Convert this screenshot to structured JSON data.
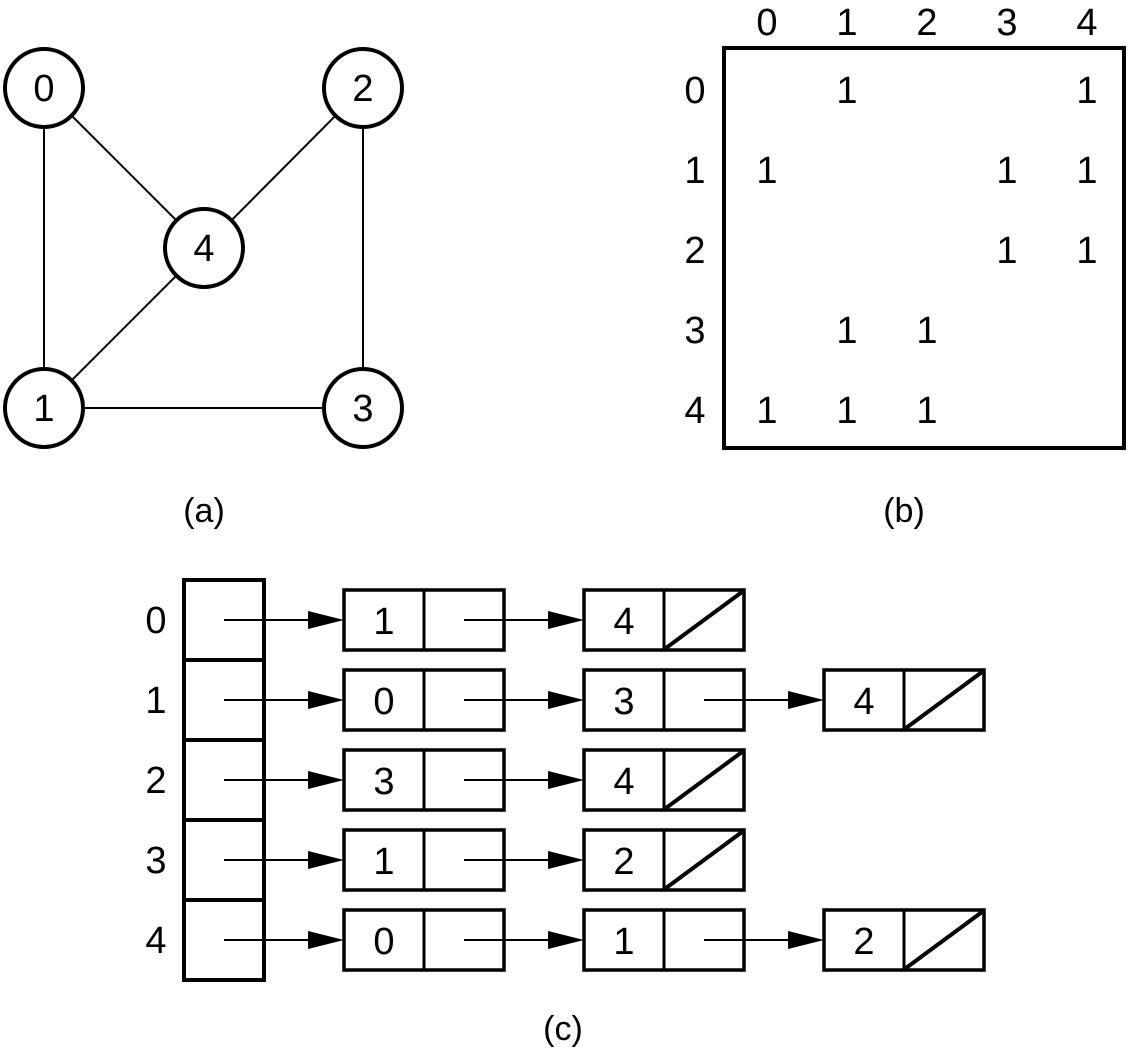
{
  "colors": {
    "stroke": "#000000",
    "background": "#ffffff"
  },
  "graph": {
    "caption": "(a)",
    "vertices": [
      "0",
      "1",
      "2",
      "3",
      "4"
    ],
    "edges": [
      [
        "0",
        "1"
      ],
      [
        "0",
        "4"
      ],
      [
        "1",
        "4"
      ],
      [
        "1",
        "3"
      ],
      [
        "2",
        "4"
      ],
      [
        "2",
        "3"
      ]
    ]
  },
  "matrix": {
    "caption": "(b)",
    "col_headers": [
      "0",
      "1",
      "2",
      "3",
      "4"
    ],
    "row_headers": [
      "0",
      "1",
      "2",
      "3",
      "4"
    ],
    "cells": [
      [
        "",
        "1",
        "",
        "",
        "1"
      ],
      [
        "1",
        "",
        "",
        "1",
        "1"
      ],
      [
        "",
        "",
        "",
        "1",
        "1"
      ],
      [
        "",
        "1",
        "1",
        "",
        ""
      ],
      [
        "1",
        "1",
        "1",
        "",
        ""
      ]
    ]
  },
  "adjacency_list": {
    "caption": "(c)",
    "heads": [
      "0",
      "1",
      "2",
      "3",
      "4"
    ],
    "lists": [
      [
        "1",
        "4"
      ],
      [
        "0",
        "3",
        "4"
      ],
      [
        "3",
        "4"
      ],
      [
        "1",
        "2"
      ],
      [
        "0",
        "1",
        "2"
      ]
    ]
  }
}
